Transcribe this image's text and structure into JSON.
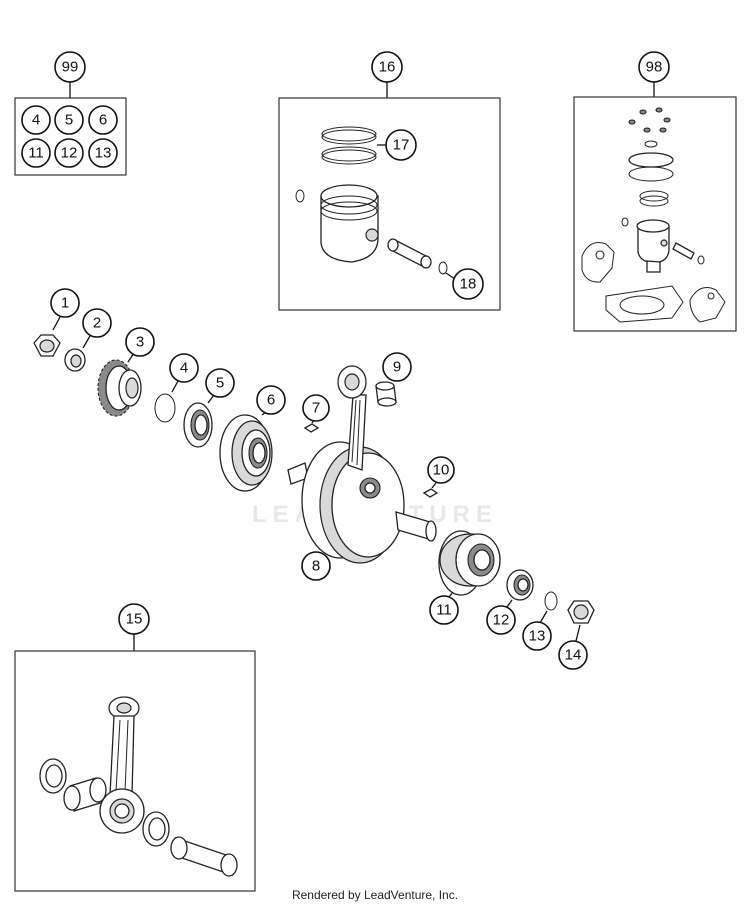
{
  "diagram": {
    "watermark_text": "LEADVENTURE",
    "footer_text": "Rendered by LeadVenture, Inc.",
    "kit_99": {
      "label": "99",
      "contents": [
        "4",
        "5",
        "6",
        "11",
        "12",
        "13"
      ]
    },
    "kit_16": {
      "label": "16",
      "parts": [
        "17",
        "18"
      ]
    },
    "kit_98": {
      "label": "98"
    },
    "kit_15": {
      "label": "15"
    },
    "parts": {
      "p1": "1",
      "p2": "2",
      "p3": "3",
      "p4": "4",
      "p5": "5",
      "p6": "6",
      "p7": "7",
      "p8": "8",
      "p9": "9",
      "p10": "10",
      "p11": "11",
      "p12": "12",
      "p13": "13",
      "p14": "14"
    }
  }
}
